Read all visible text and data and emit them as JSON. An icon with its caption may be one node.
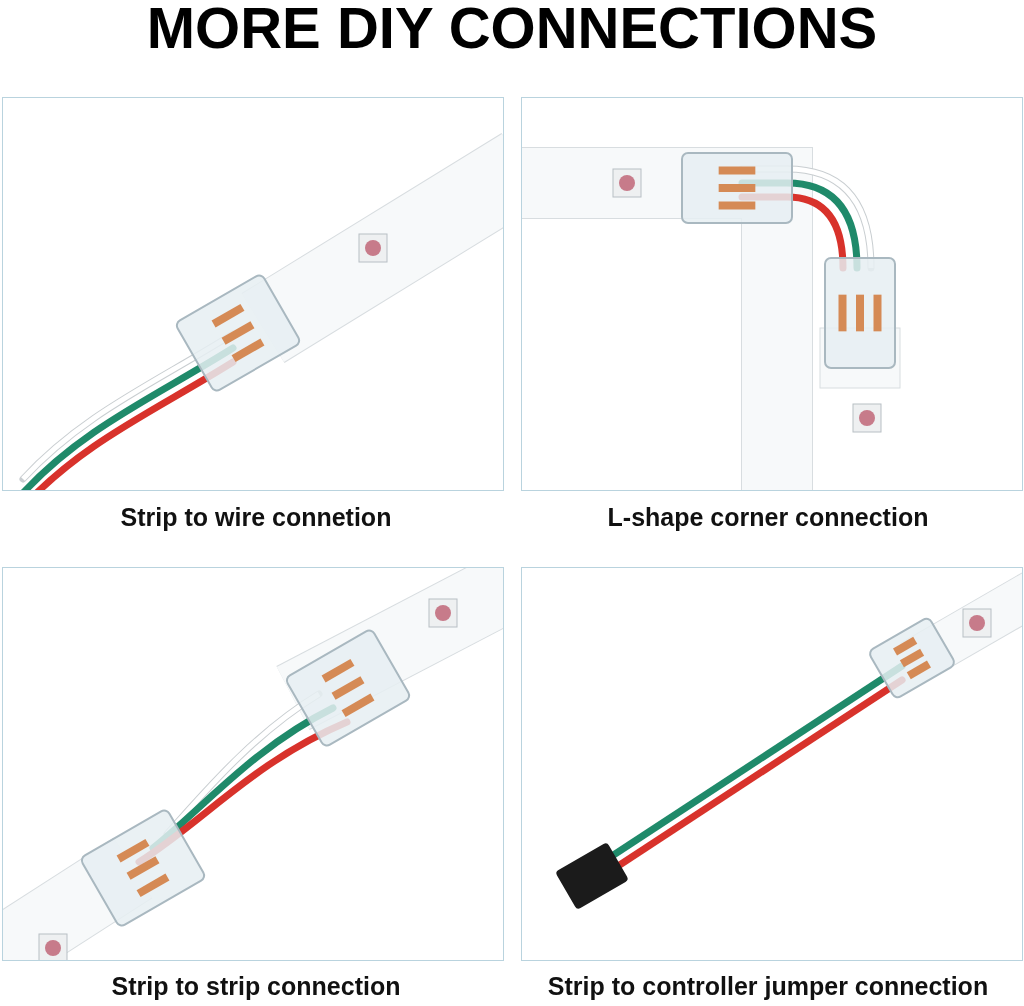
{
  "diagram": {
    "title": "MORE DIY CONNECTIONS",
    "labels": [
      "Strip to wire connetion",
      "L-shape corner connection",
      "Strip to strip connection",
      "Strip to controller jumper connection"
    ]
  }
}
